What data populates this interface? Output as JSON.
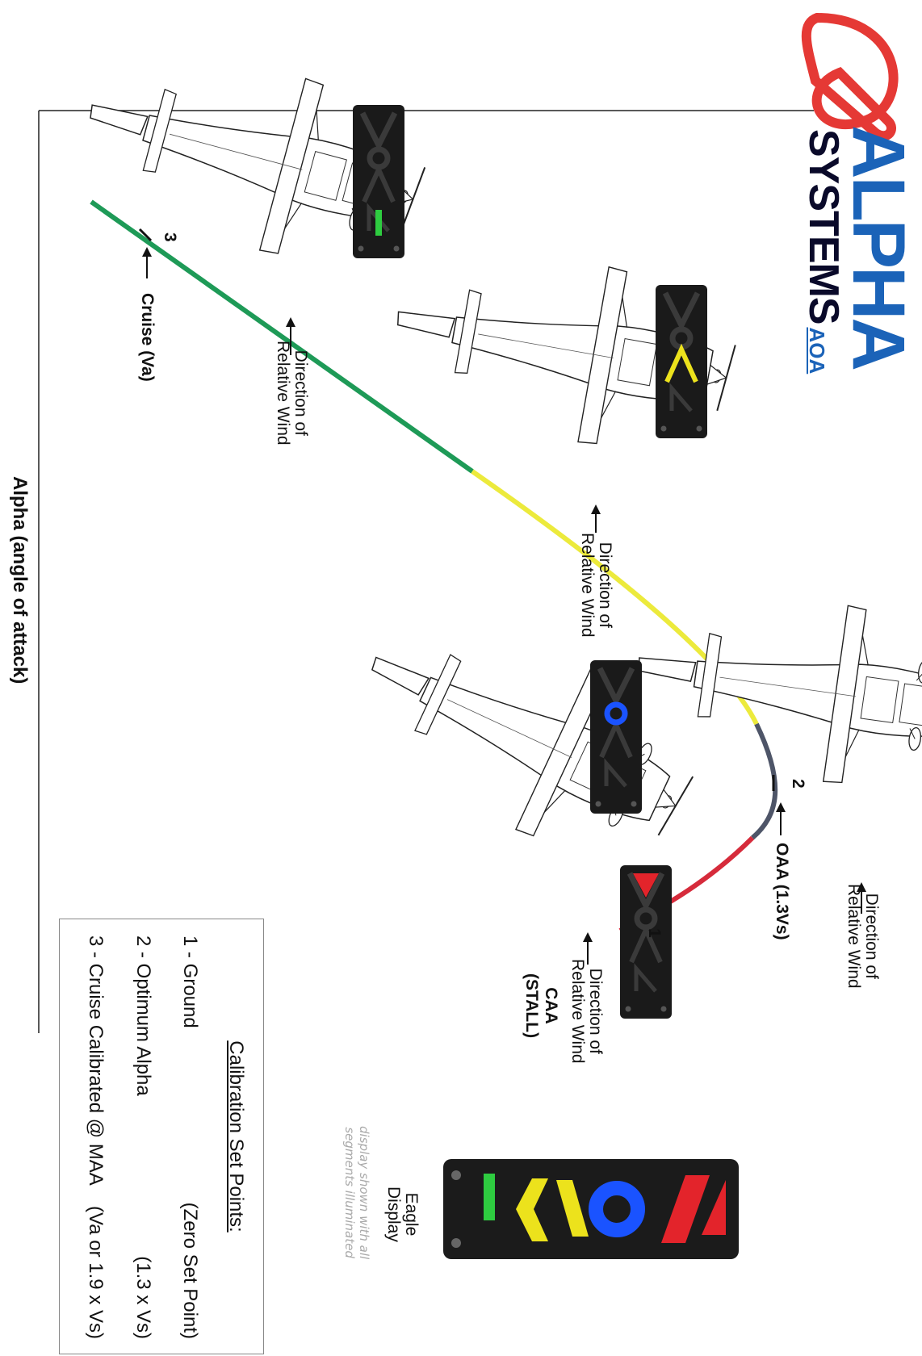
{
  "logo": {
    "symbol": "α",
    "main": "ALPHA",
    "sub": "SYSTEMS",
    "badge": "AOA",
    "colors": {
      "red": "#e53935",
      "blue": "#1b63b8"
    }
  },
  "axis": {
    "label": "Alpha (angle of attack)"
  },
  "relative_wind": {
    "text_line1": "Direction of",
    "text_line2": "Relative Wind"
  },
  "set_points": [
    {
      "number": "3",
      "label": "Cruise (Va)"
    },
    {
      "number": "2",
      "label": "OAA (1.3Vs)"
    },
    {
      "number": "1",
      "label_line1": "CAA",
      "label_line2": "(STALL)"
    }
  ],
  "curve_colors": {
    "green": "#1e9a57",
    "yellow": "#ecea3c",
    "gray": "#4e5568",
    "red": "#d62b3b"
  },
  "indicator_states": [
    {
      "state": "green-bar",
      "color": "#2ecc40"
    },
    {
      "state": "yellow-chevron",
      "color": "#ece21c"
    },
    {
      "state": "blue-donut",
      "color": "#1a53ff"
    },
    {
      "state": "red-chevron",
      "color": "#e3242b"
    }
  ],
  "eagle_display": {
    "title_line1": "Eagle",
    "title_line2": "Display",
    "note_line1": "display shown with all",
    "note_line2": "segments illuminated"
  },
  "legend": {
    "title": "Calibration Set Points:",
    "items": [
      {
        "number": "1 - Ground",
        "value": "(Zero Set Point)"
      },
      {
        "number": "2 - Optimum Alpha",
        "value": "(1.3 x Vs)"
      },
      {
        "number": "3 - Cruise Calibrated @ MAA",
        "value": "(Va or 1.9 x Vs)"
      }
    ]
  }
}
